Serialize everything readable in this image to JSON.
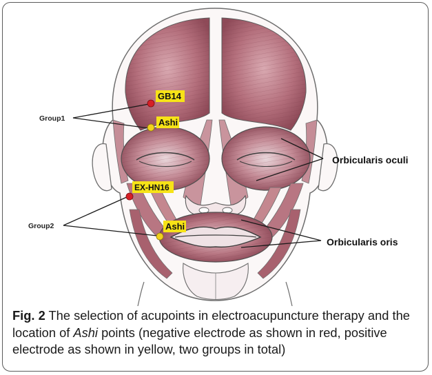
{
  "figure": {
    "labels": {
      "group1": "Group1",
      "group2": "Group2",
      "gb14": "GB14",
      "ashi_upper": "Ashi",
      "exhn16": "EX-HN16",
      "ashi_lower": "Ashi",
      "orbicularis_oculi": "Orbicularis oculi",
      "orbicularis_oris": "Orbicularis oris"
    },
    "colors": {
      "negative_electrode": "#d61f26",
      "positive_electrode": "#f2d21b",
      "label_highlight": "#f7e317",
      "muscle": "#b8737f"
    }
  },
  "caption": {
    "label": "Fig. 2",
    "text_before": " The selection of acupoints in electroacupuncture therapy and the location of ",
    "italic": "Ashi",
    "text_after": " points (negative electrode as shown in red, positive electrode as shown in yellow, two groups in total)"
  }
}
